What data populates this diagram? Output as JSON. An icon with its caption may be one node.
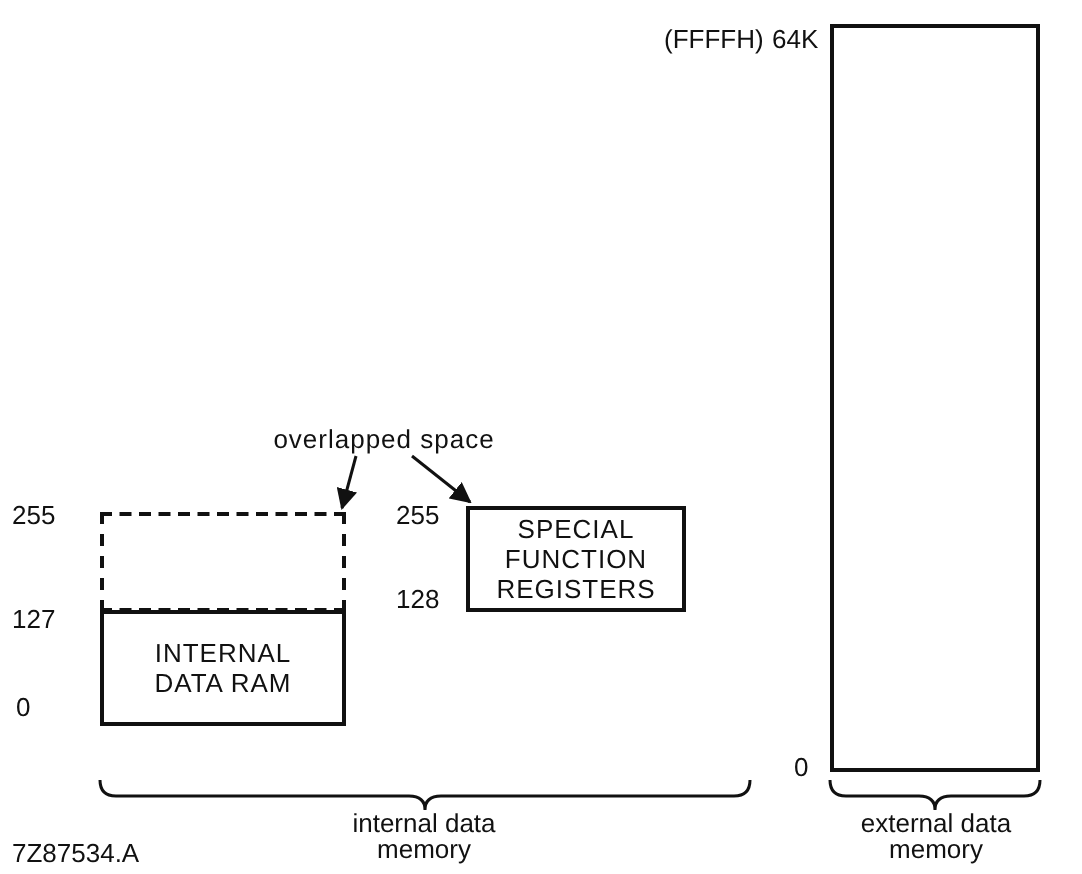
{
  "diagram": {
    "nodes": [
      {
        "text": [],
        "shape": "box"
      },
      {
        "text": [
          "INTERNAL DATA RAM"
        ]
      },
      {
        "text": [
          "SPECIAL FUNCTION REGISTERS"
        ]
      },
      {
        "text": [
          "overlapped space"
        ]
      },
      {
        "text": [],
        "shape": "box"
      }
    ],
    "edges": [
      {
        "from": 3,
        "to": 0,
        "arrow": "to"
      },
      {
        "from": 3,
        "to": 2,
        "arrow": "to"
      }
    ],
    "labels": [
      "(FFFFH)",
      "64K",
      "255",
      "255",
      "128",
      "127",
      "0",
      "0",
      "internal data memory",
      "external data memory",
      "7Z87534.A"
    ]
  }
}
